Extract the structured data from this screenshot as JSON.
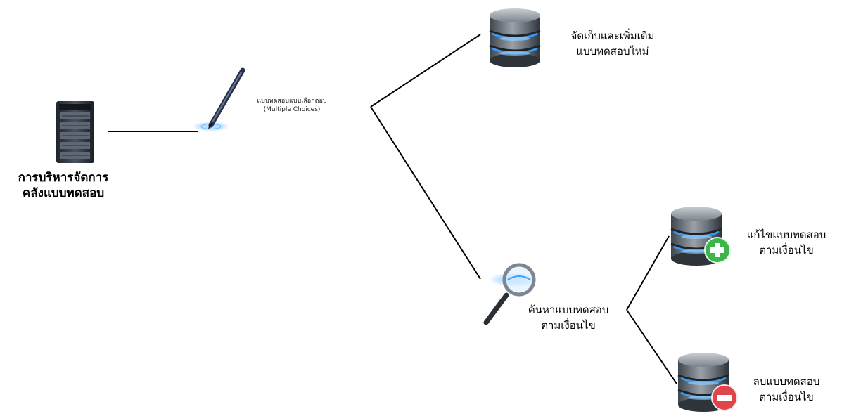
{
  "nodes": {
    "root": {
      "lines": [
        "การบริหารจัดการ",
        "คลังแบบทดสอบ"
      ],
      "icon": "server-rack-icon"
    },
    "multiple_choice": {
      "lines": [
        "แบบทดสอบแบบเลือกตอบ",
        "(Multiple  Choices)"
      ],
      "icon": "pen-icon"
    },
    "store": {
      "lines": [
        "จัดเก็บและเพิ่มเติม",
        "แบบทดสอบใหม่"
      ],
      "icon": "database-icon"
    },
    "search": {
      "lines": [
        "ค้นหาแบบทดสอบ",
        "ตามเงื่อนไข"
      ],
      "icon": "magnifier-icon"
    },
    "edit": {
      "lines": [
        "แก้ไขแบบทดสอบ",
        "ตามเงื่อนไข"
      ],
      "icon": "database-add-icon"
    },
    "delete": {
      "lines": [
        "ลบแบบทดสอบ",
        "ตามเงื่อนไข"
      ],
      "icon": "database-remove-icon"
    }
  },
  "colors": {
    "line": "#000000",
    "db_body": "#5f6670",
    "db_glow": "#3aa0ff",
    "plus_badge": "#3cb54a",
    "minus_badge": "#e0454a",
    "server": "#2b3038",
    "pen": "#3b4560"
  }
}
